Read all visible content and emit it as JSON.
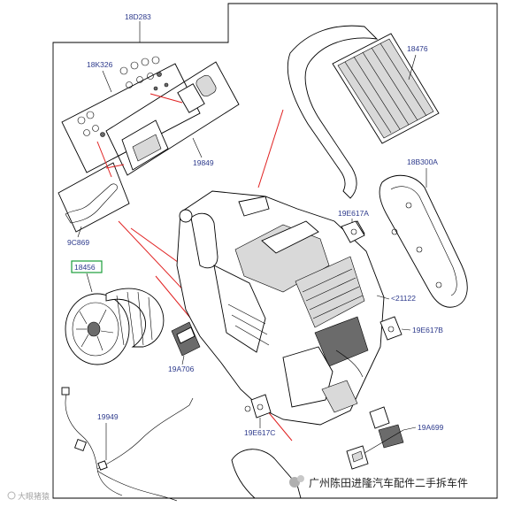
{
  "diagram": {
    "labels": {
      "assembly": "18D283",
      "kit": "18K326",
      "heater_core": "18476",
      "seal": "18B300A",
      "housing_door": "19849",
      "blower_motor": "18456",
      "valve_a": "19E617A",
      "valve_b": "19E617B",
      "valve_c": "19E617C",
      "resistor": "19A706",
      "pipe": "9C869",
      "sensor_ref": "<21122",
      "actuator": "19A699",
      "harness": "19949"
    },
    "highlight_color": "#1a9e3a",
    "leader_color": "#e02020"
  },
  "watermark": {
    "left_text": "大眼猪猿",
    "right_text": "广州陈田进隆汽车配件二手拆车件"
  }
}
